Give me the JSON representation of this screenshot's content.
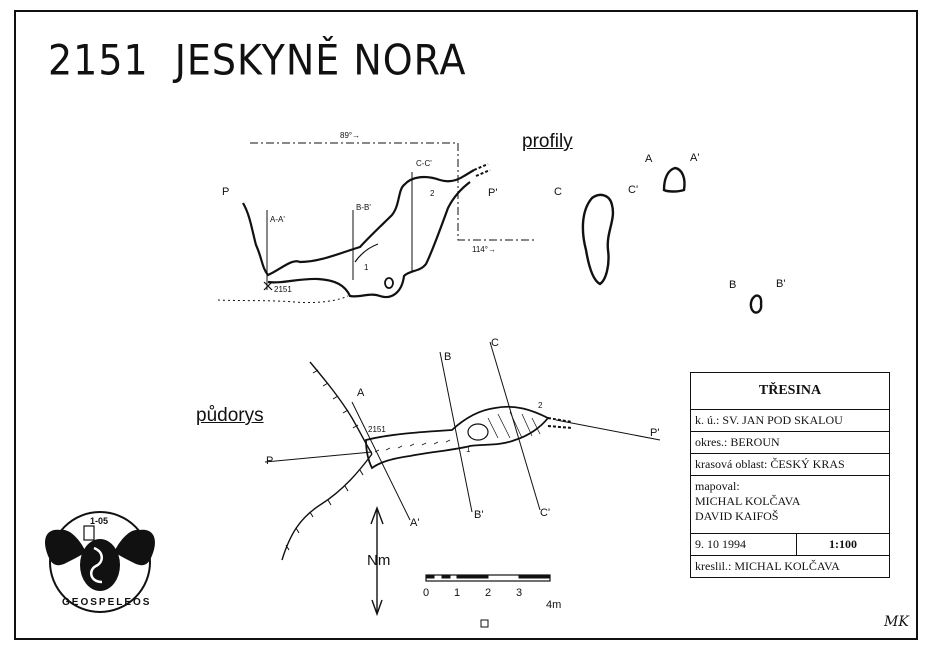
{
  "title": {
    "number": "2151",
    "name": "JESKYNĚ NORA"
  },
  "sections": {
    "profiles": "profily",
    "plan": "půdorys"
  },
  "profile_labels": {
    "p_left": "P",
    "p_right": "P'",
    "a_a": "A-A'",
    "b_b": "B-B'",
    "c_c": "C-C'",
    "dir_top": "89°→",
    "dir_bottom": "114°→",
    "point_2151": "2151",
    "point_1": "1",
    "point_2": "2"
  },
  "cross_section_labels": {
    "c": "C",
    "c_prime": "C'",
    "a": "A",
    "a_prime": "A'",
    "b": "B",
    "b_prime": "B'"
  },
  "plan_labels": {
    "a": "A",
    "a_prime": "A'",
    "b": "B",
    "b_prime": "B'",
    "c": "C",
    "c_prime": "C'",
    "p": "P",
    "p_prime": "P'",
    "point_2151": "2151",
    "point_1": "1",
    "point_2": "2"
  },
  "north": {
    "label": "Nm"
  },
  "scale_bar": {
    "ticks": [
      "0",
      "1",
      "2",
      "3",
      "4m"
    ]
  },
  "info_table": {
    "header": "TŘESINA",
    "ku": "k. ú.: SV. JAN POD SKALOU",
    "district": "okres.: BEROUN",
    "karst_area": "krasová oblast: ČESKÝ KRAS",
    "mapped_by_label": "mapoval:",
    "mapper_1": "MICHAL KOLČAVA",
    "mapper_2": "DAVID KAIFOŠ",
    "date": "9. 10 1994",
    "scale": "1:100",
    "drawn_by": "kreslil.: MICHAL KOLČAVA"
  },
  "logo": {
    "top_text": "1-05",
    "ring_text": "GEOSPELEOS"
  },
  "signature": "MK"
}
